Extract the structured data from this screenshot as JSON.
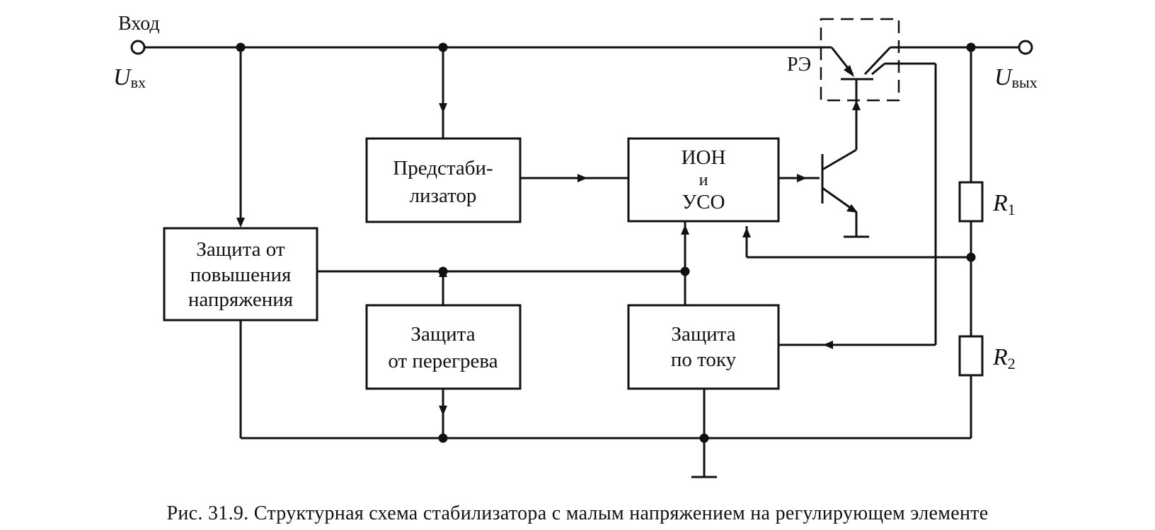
{
  "diagram": {
    "input": {
      "label": "Вход",
      "symbol": "U",
      "subscript": "вх"
    },
    "output": {
      "symbol": "U",
      "subscript": "вых"
    },
    "regulating_element_label": "РЭ",
    "blocks": {
      "prestabilizer": [
        "Предстаби-",
        "лизатор"
      ],
      "ion_uso": [
        "ИОН",
        "и",
        "УСО"
      ],
      "overvoltage": [
        "Защита от",
        "повышения",
        "напряжения"
      ],
      "overheat": [
        "Защита",
        "от перегрева"
      ],
      "overcurrent": [
        "Защита",
        "по току"
      ]
    },
    "resistors": [
      {
        "symbol": "R",
        "subscript": "1"
      },
      {
        "symbol": "R",
        "subscript": "2"
      }
    ],
    "caption": "Рис. 31.9. Структурная схема стабилизатора с малым напряжением на регулирующем элементе"
  }
}
